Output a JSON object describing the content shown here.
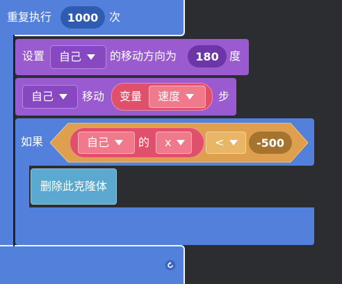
{
  "repeat": {
    "label_prefix": "重复执行",
    "count": "1000",
    "label_suffix": "次"
  },
  "set_direction": {
    "label_prefix": "设置",
    "target": "自己",
    "label_mid": "的移动方向为",
    "value": "180",
    "label_suffix": "度"
  },
  "move": {
    "target": "自己",
    "label_move": "移动",
    "var_label": "变量",
    "var_name": "速度",
    "label_suffix": "步"
  },
  "if_block": {
    "label": "如果",
    "left_target": "自己",
    "left_mid": "的",
    "left_prop": "x",
    "operator": "<",
    "right_value": "-500"
  },
  "clone_block": {
    "label": "删除此克隆体"
  },
  "colors": {
    "control": "#5280db",
    "motion": "#9a5bd0",
    "variable": "#e0506a",
    "operator": "#dea04e",
    "clone": "#5ba8d0",
    "background": "#2b2d31"
  }
}
